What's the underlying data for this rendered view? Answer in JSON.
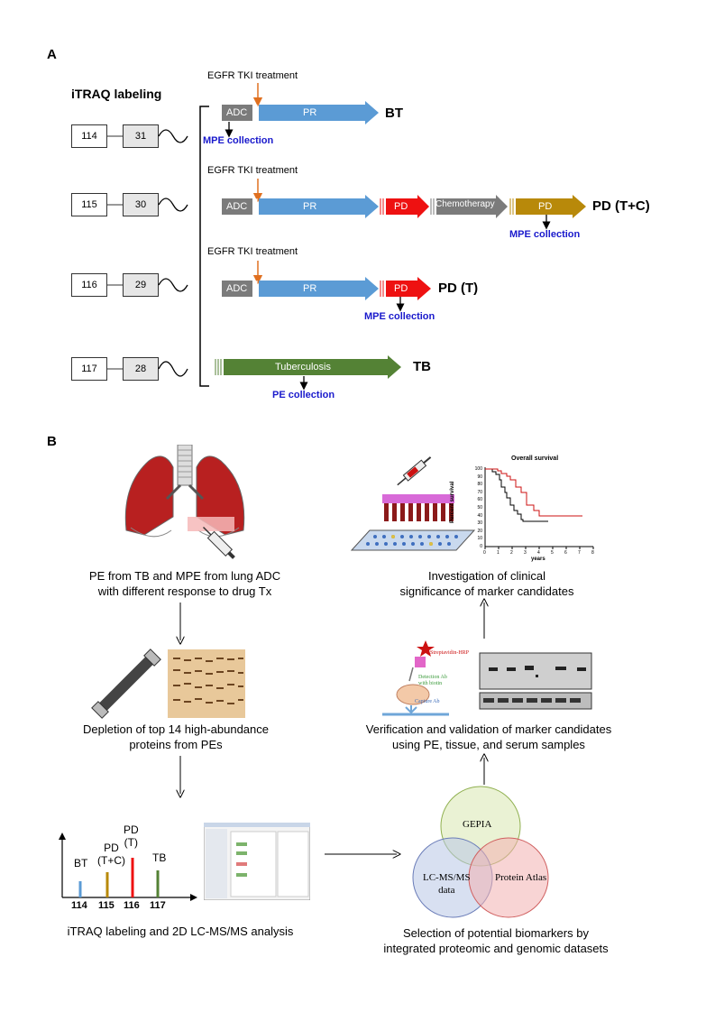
{
  "panelA": {
    "label": "A",
    "itraq_title": "iTRAQ labeling",
    "tags": [
      {
        "tag": "114",
        "sample": "31",
        "color": "#4e8fd0"
      },
      {
        "tag": "115",
        "sample": "30",
        "color": "#b8890a"
      },
      {
        "tag": "116",
        "sample": "29",
        "color": "#ee1111"
      },
      {
        "tag": "117",
        "sample": "28",
        "color": "#4f7a32"
      }
    ],
    "egfr_label": "EGFR TKI treatment",
    "rows": [
      {
        "segments": [
          "ADC",
          "PR"
        ],
        "collection": "MPE collection",
        "result": "BT"
      },
      {
        "segments": [
          "ADC",
          "PR",
          "PD",
          "Chemotherapy",
          "PD"
        ],
        "collection": "MPE collection",
        "result": "PD (T+C)"
      },
      {
        "segments": [
          "ADC",
          "PR",
          "PD"
        ],
        "collection": "MPE collection",
        "result": "PD (T)"
      },
      {
        "segments": [
          "Tuberculosis"
        ],
        "collection": "PE collection",
        "result": "TB"
      }
    ]
  },
  "panelB": {
    "label": "B",
    "step1": [
      "PE from TB and MPE from lung ADC",
      "with different response to drug Tx"
    ],
    "step2": [
      "Depletion of top 14 high-abundance",
      "proteins from PEs"
    ],
    "step3": [
      "iTRAQ labeling and 2D LC-MS/MS analysis"
    ],
    "step4": [
      "Selection of potential biomarkers by",
      "integrated proteomic and genomic datasets"
    ],
    "step5": [
      "Verification and validation of marker candidates",
      "using PE, tissue, and serum samples"
    ],
    "step6": [
      "Investigation of clinical",
      "significance of marker candidates"
    ],
    "ms_chart": {
      "labels": [
        "BT",
        "PD\n(T+C)",
        "PD\n(T)",
        "TB"
      ],
      "ticks": [
        "114",
        "115",
        "116",
        "117"
      ]
    },
    "venn": {
      "a": "GEPIA",
      "b": "LC-MS/MS\ndata",
      "c": "Protein Atlas"
    },
    "elisa": {
      "enzyme": "Streptavidin-HRP",
      "detection": "Detection Ab\nwith biotin",
      "capture": "Capture Ab"
    },
    "survival": {
      "title": "Overall survival",
      "ylabel": "Percent survival",
      "xlabel": "years",
      "yticks": [
        "0",
        "10",
        "20",
        "30",
        "40",
        "50",
        "60",
        "70",
        "80",
        "90",
        "100"
      ],
      "xticks": [
        "0",
        "1",
        "2",
        "3",
        "4",
        "5",
        "6",
        "7",
        "8"
      ]
    }
  }
}
